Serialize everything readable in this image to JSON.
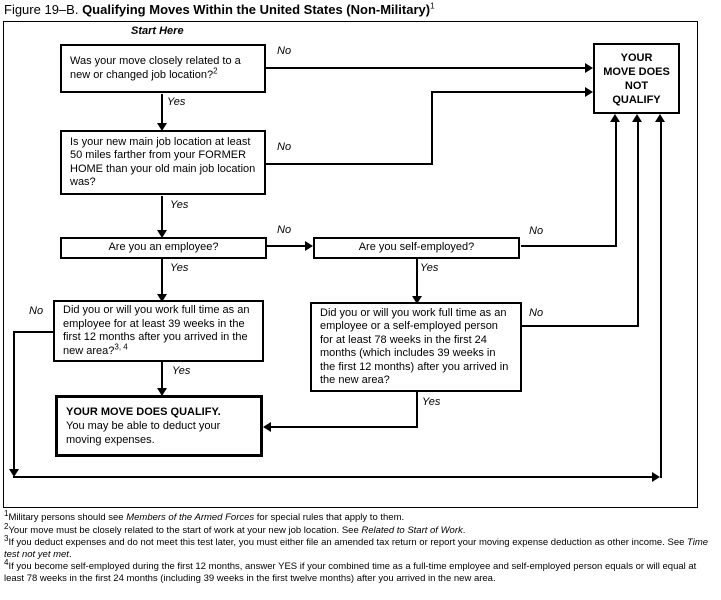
{
  "figure": {
    "label": "Figure 19–B.",
    "title": "Qualifying Moves Within the United States (Non-Military)",
    "title_superscript": "1"
  },
  "flowchart": {
    "start_label": "Start Here",
    "no_label": "No",
    "yes_label": "Yes",
    "nodes": {
      "q1": {
        "text": "Was your move closely related to a new or changed job location?",
        "superscript": "2"
      },
      "q2": {
        "text": "Is your new main job location at least 50 miles farther from your FORMER HOME than your old main job location was?"
      },
      "q3": {
        "text": "Are you an employee?"
      },
      "q4": {
        "text": "Are you self-employed?"
      },
      "q5": {
        "text": "Did you or will you work full time as an employee for at least 39 weeks in the first 12 months after you arrived in the new area?",
        "superscript": "3, 4"
      },
      "q6": {
        "text": "Did you or will you work full time as an employee or a self-employed person for at least 78 weeks in the first 24 months (which includes 39 weeks in the first 12 months) after you arrived in the new area?"
      },
      "not_qualify": {
        "text": "YOUR MOVE DOES NOT QUALIFY"
      },
      "qualify": {
        "heading": "YOUR MOVE DOES QUALIFY.",
        "body": "You may be able to deduct your moving expenses."
      }
    }
  },
  "footnotes": [
    {
      "sup": "1",
      "pre": "Military persons should see ",
      "italic": "Members of the Armed Forces",
      "post": " for special rules that apply to them."
    },
    {
      "sup": "2",
      "pre": "Your move must be closely related to the start of work at your new job location. See ",
      "italic": "Related to Start of Work",
      "post": "."
    },
    {
      "sup": "3",
      "pre": "If you deduct expenses and do not meet this test later, you must either file an amended tax return or report your moving expense deduction as other income. See ",
      "italic": "Time test not yet met",
      "post": "."
    },
    {
      "sup": "4",
      "pre": "If you become self-employed during the first 12 months, answer YES if your combined time as a full-time employee and self-employed person equals or will equal at least 78 weeks in the first 24 months (including 39 weeks in the first twelve months) after you arrived in the new area.",
      "italic": "",
      "post": ""
    }
  ],
  "colors": {
    "ink": "#000000",
    "paper": "#ffffff"
  }
}
